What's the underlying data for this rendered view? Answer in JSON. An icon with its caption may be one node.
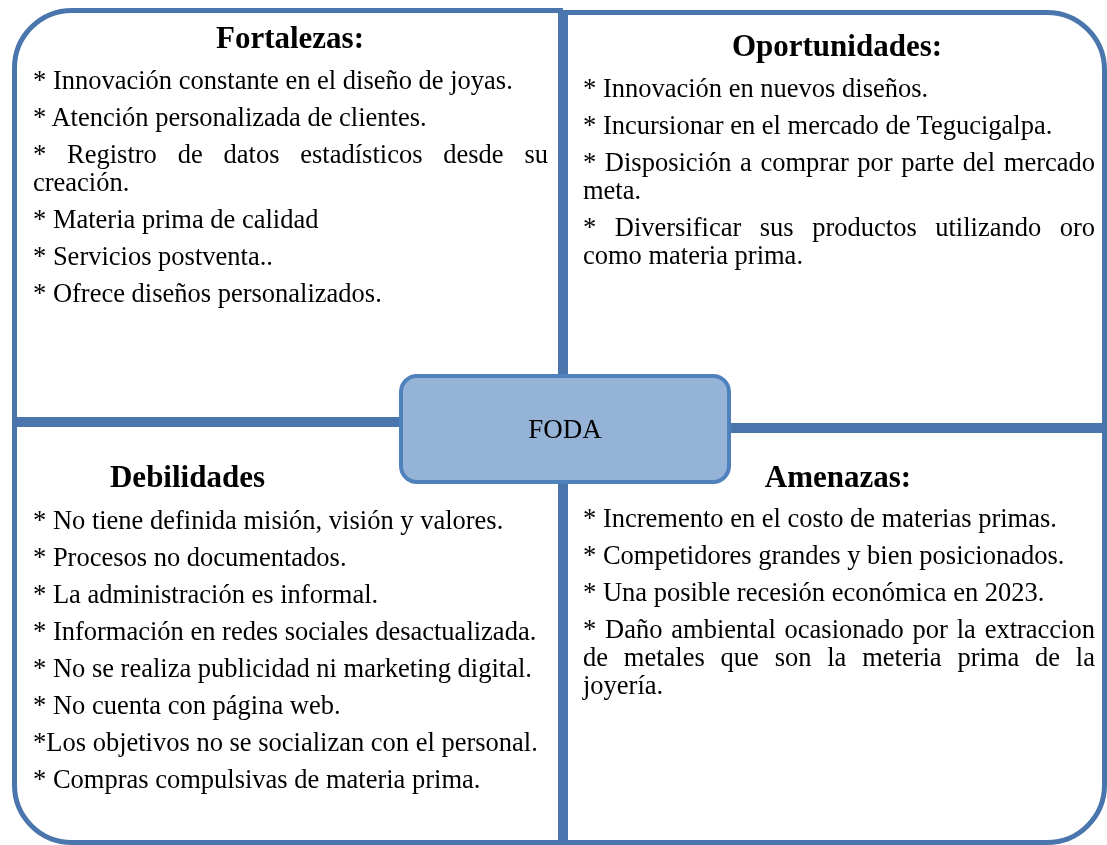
{
  "diagram": {
    "nodes": [
      {
        "text": [
          "Fortalezas:",
          "* Innovación constante en el diseño de joyas.",
          "* Atención personalizada de clientes.",
          "* Registro de datos estadísticos desde su creación.",
          "* Materia prima de calidad",
          "* Servicios postventa..",
          "* Ofrece diseños personalizados."
        ]
      },
      {
        "text": [
          "Oportunidades:",
          "* Innovación en nuevos diseños.",
          "* Incursionar en el mercado de Tegucigalpa.",
          "* Disposición a comprar por parte del mercado meta.",
          "* Diversificar sus productos utilizando oro como materia prima."
        ]
      },
      {
        "text": [
          "Debilidades",
          "* No tiene definida misión, visión y valores.",
          "* Procesos no documentados.",
          "* La administración es informal.",
          "* Información en redes sociales desactualizada.",
          "* No se realiza publicidad ni marketing digital.",
          "* No cuenta con página web.",
          "*Los objetivos no se socializan con el personal.",
          "* Compras compulsivas de materia prima."
        ]
      },
      {
        "text": [
          "Amenazas:",
          "* Incremento en el costo de materias primas.",
          "* Competidores grandes y bien posicionados.",
          "* Una posible recesión económica en 2023.",
          "* Daño ambiental ocasionado por la extraccion de metales que son la meteria prima de la joyería."
        ]
      },
      {
        "text": [
          "FODA"
        ]
      }
    ],
    "edges": []
  }
}
